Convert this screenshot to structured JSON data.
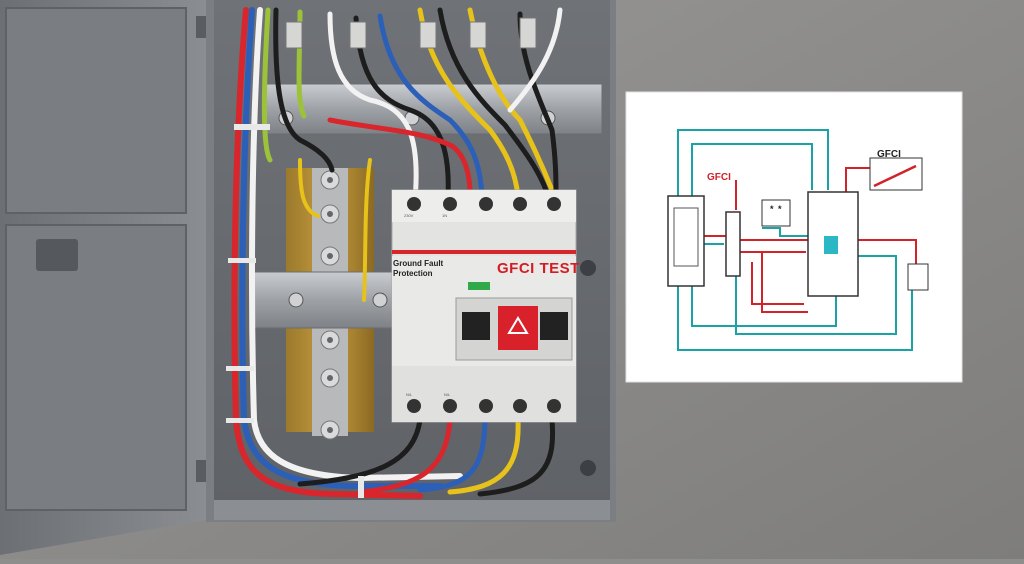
{
  "photo": {
    "breaker_label": "Ground Fault Protection",
    "breaker_test_label": "GFCI TEST",
    "top_terminal_marks": [
      "230V",
      "1N"
    ],
    "bottom_terminal_marks": [
      "N/L",
      "N/L"
    ]
  },
  "diagram": {
    "label_gfci_left": "GFCI",
    "label_gfci_right": "GFCI",
    "symbol_label": "* *"
  },
  "colors": {
    "wire_red": "#d8262c",
    "wire_blue": "#2c5fb8",
    "wire_yellow": "#e6c21a",
    "wire_black": "#1d1d1d",
    "wire_white": "#f2f2f2",
    "wire_green_yellow": "#9cc23a",
    "diagram_teal": "#1aa3a7",
    "diagram_red": "#d0232a",
    "test_button": "#d8212b"
  }
}
